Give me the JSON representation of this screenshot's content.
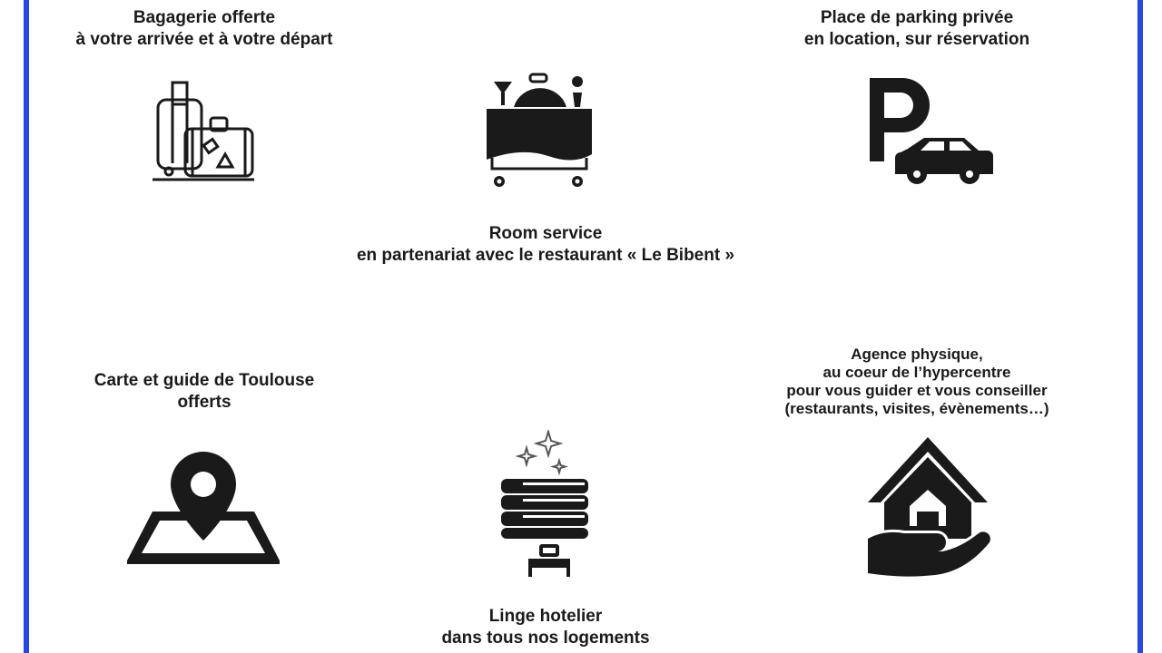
{
  "colors": {
    "frame": "#2648e0",
    "icon": "#1a1a1a",
    "text": "#1a1a1a"
  },
  "services": {
    "luggage": {
      "icon": "luggage-icon",
      "line1": "Bagagerie offerte",
      "line2": "à votre arrivée et à votre départ"
    },
    "room_service": {
      "icon": "room-service-cart-icon",
      "line1": "Room service",
      "line2": "en partenariat avec le restaurant « Le Bibent »"
    },
    "parking": {
      "icon": "parking-car-icon",
      "line1": "Place de parking privée",
      "line2": "en location, sur réservation"
    },
    "map": {
      "icon": "map-pin-icon",
      "line1": "Carte et guide de Toulouse",
      "line2": "offerts"
    },
    "linen": {
      "icon": "hotel-linen-icon",
      "line1": "Linge hotelier",
      "line2": "dans tous nos logements"
    },
    "agency": {
      "icon": "house-in-hand-icon",
      "line1": "Agence physique,",
      "line2": "au coeur de l’hypercentre",
      "line3": "pour vous guider et vous conseiller",
      "line4": "(restaurants, visites, évènements…)"
    }
  }
}
